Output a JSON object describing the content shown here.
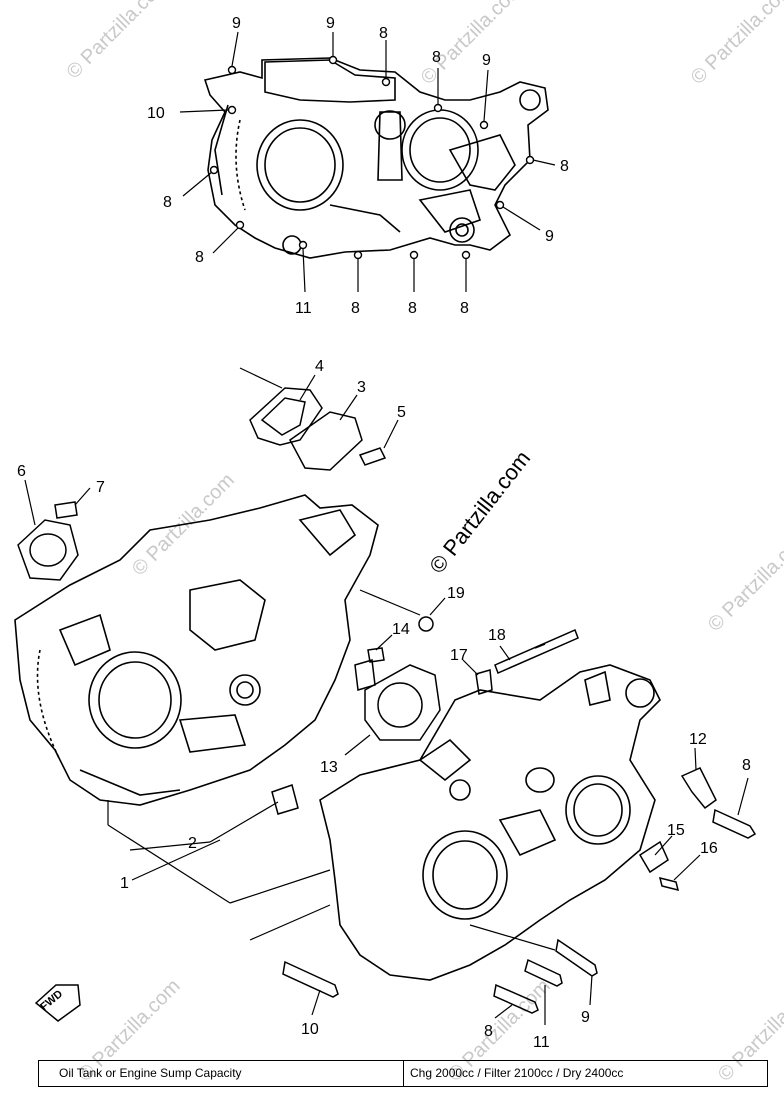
{
  "watermark": {
    "brand": "© Partzilla.com",
    "center_text": "© Partzilla.com"
  },
  "fwd_label": "FWD",
  "callouts": {
    "top": [
      "9",
      "9",
      "8",
      "8",
      "9",
      "10",
      "8",
      "8",
      "9",
      "8",
      "11",
      "8",
      "8",
      "8"
    ],
    "bottom": [
      "4",
      "3",
      "5",
      "6",
      "7",
      "19",
      "14",
      "18",
      "17",
      "12",
      "8",
      "13",
      "2",
      "1",
      "15",
      "16",
      "10",
      "8",
      "11",
      "9"
    ]
  },
  "footer": {
    "label": "Oil Tank or Engine Sump Capacity",
    "value": "Chg 2000cc / Filter 2100cc / Dry 2400cc"
  }
}
